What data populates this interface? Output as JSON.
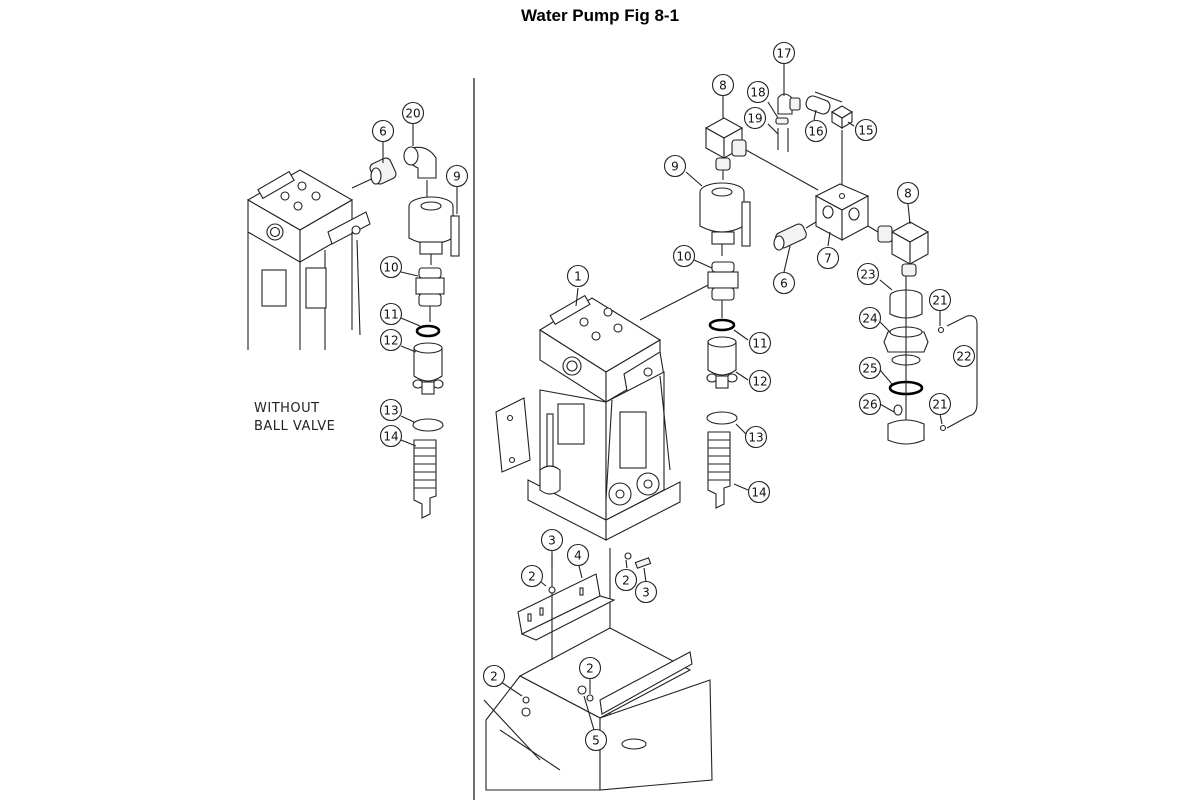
{
  "title": "Water Pump Fig 8-1",
  "left_panel": {
    "note_line1": "WITHOUT",
    "note_line2": "BALL VALVE",
    "callouts": [
      "6",
      "20",
      "9",
      "10",
      "11",
      "12",
      "13",
      "14"
    ]
  },
  "right_panel": {
    "callouts": [
      "17",
      "8",
      "18",
      "19",
      "16",
      "15",
      "9",
      "8",
      "7",
      "10",
      "6",
      "23",
      "21",
      "1",
      "24",
      "11",
      "22",
      "25",
      "12",
      "26",
      "21",
      "13",
      "14",
      "3",
      "4",
      "2",
      "2",
      "3",
      "2",
      "2",
      "5"
    ]
  }
}
